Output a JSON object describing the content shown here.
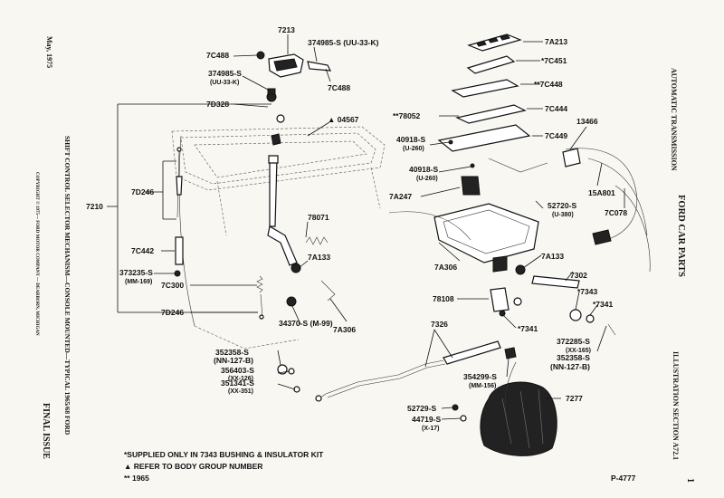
{
  "header": {
    "date": "May, 1975",
    "category": "AUTOMATIC TRANSMISSION",
    "brand": "FORD CAR PARTS",
    "illustration": "ILLUSTRATION SECTION A72.1"
  },
  "left_margin": {
    "title": "SHIFT CONTROL SELECTOR MECHANISM—CONSOLE MOUNTED—TYPICAL 1965/68 FORD",
    "copyright": "COPYRIGHT © 1975— FORD MOTOR COMPANY — DEARBORN, MICHIGAN",
    "issue": "FINAL ISSUE"
  },
  "callouts": [
    "7213",
    "374985-S (UU-33-K)",
    "7C488",
    "374985-S",
    "(UU-33-K)",
    "7C488",
    "7D328",
    "▲ 04567",
    "7D246",
    "7210",
    "7C442",
    "373235-S",
    "(MM-169)",
    "7C300",
    "7D246",
    "78071",
    "7A133",
    "34370-S (M-99)",
    "7A306",
    "7A213",
    "*7C451",
    "**7C448",
    "**78052",
    "7C444",
    "40918-S",
    "(U-260)",
    "7C449",
    "13466",
    "40918-S",
    "(U-260)",
    "7A247",
    "52720-S",
    "(U-380)",
    "15A801",
    "7C078",
    "7A133",
    "7A306",
    "7302",
    "78108",
    "*7343",
    "*7341",
    "*7341",
    "7326",
    "352358-S",
    "(NN-127-B)",
    "356403-S",
    "(XX-126)",
    "351341-S",
    "(XX-351)",
    "354299-S",
    "(MM-156)",
    "372285-S",
    "(XX-165)",
    "352358-S",
    "(NN-127-B)",
    "7277",
    "52729-S",
    "44719-S",
    "(X-17)"
  ],
  "footnotes": [
    "*SUPPLIED ONLY IN 7343 BUSHING & INSULATOR KIT",
    "▲ REFER TO BODY GROUP NUMBER",
    "** 1965"
  ],
  "page_code": "P-4777",
  "page_number": "1"
}
